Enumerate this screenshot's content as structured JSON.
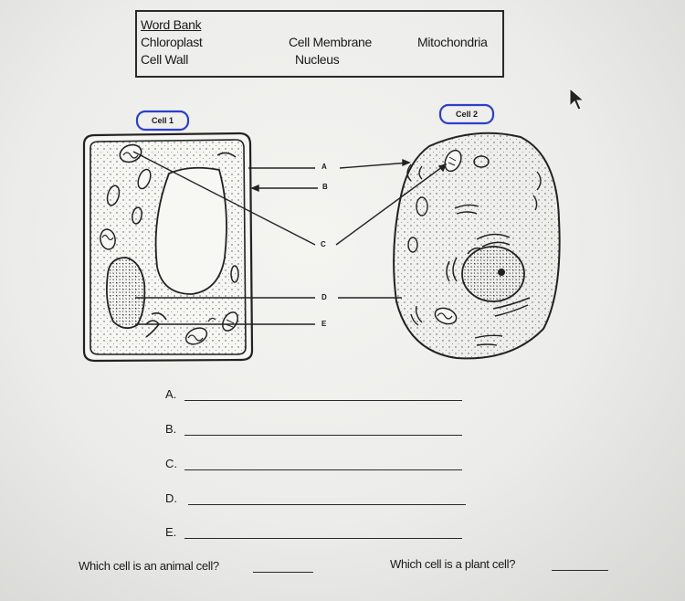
{
  "word_bank": {
    "title": "Word Bank",
    "terms": [
      "Chloroplast",
      "Cell Wall",
      "Cell Membrane",
      "Nucleus",
      "Mitochondria"
    ]
  },
  "cell_labels": [
    "Cell 1",
    "Cell 2"
  ],
  "markers": [
    "A",
    "B",
    "C",
    "D",
    "E"
  ],
  "answers": [
    {
      "letter": "A.",
      "value": ""
    },
    {
      "letter": "B.",
      "value": ""
    },
    {
      "letter": "C.",
      "value": ""
    },
    {
      "letter": "D.",
      "value": ""
    },
    {
      "letter": "E.",
      "value": ""
    }
  ],
  "questions": {
    "animal": "Which cell is an animal cell?",
    "plant": "Which cell is a plant cell?"
  },
  "icons": {
    "cursor": "mouse-pointer-icon"
  }
}
